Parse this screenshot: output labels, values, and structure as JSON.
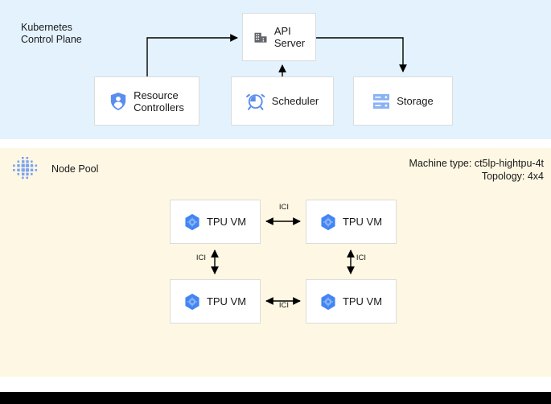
{
  "colors": {
    "control_plane_bg": "#e3f2fd",
    "node_pool_bg": "#fdf7e3",
    "box_bg": "#ffffff",
    "box_border": "#dcdcdc",
    "accent_blue": "#5b8def",
    "icon_gray": "#5f6368",
    "text": "#1a1a1a",
    "bottom_bar": "#000000"
  },
  "control_plane": {
    "title": "Kubernetes\nControl Plane",
    "boxes": [
      {
        "id": "api-server",
        "label": "API\nServer",
        "icon": "building-icon"
      },
      {
        "id": "resource-controllers",
        "label": "Resource\nControllers",
        "icon": "shield-person-icon"
      },
      {
        "id": "scheduler",
        "label": "Scheduler",
        "icon": "alarm-clock-icon"
      },
      {
        "id": "storage",
        "label": "Storage",
        "icon": "server-storage-icon"
      }
    ],
    "connections": [
      {
        "from": "resource-controllers",
        "to": "api-server",
        "arrow": "single"
      },
      {
        "from": "scheduler",
        "to": "api-server",
        "arrow": "single"
      },
      {
        "from": "api-server",
        "to": "storage",
        "arrow": "single"
      }
    ]
  },
  "node_pool": {
    "title": "Node Pool",
    "icon": "cluster-dots-icon",
    "machine_type_label": "Machine type: ct5lp-hightpu-4t",
    "topology_label": "Topology: 4x4",
    "vms": [
      {
        "id": "tpu-vm-1",
        "label": "TPU VM",
        "icon": "tpu-hex-icon"
      },
      {
        "id": "tpu-vm-2",
        "label": "TPU VM",
        "icon": "tpu-hex-icon"
      },
      {
        "id": "tpu-vm-3",
        "label": "TPU VM",
        "icon": "tpu-hex-icon"
      },
      {
        "id": "tpu-vm-4",
        "label": "TPU VM",
        "icon": "tpu-hex-icon"
      }
    ],
    "links": [
      {
        "id": "ici-top",
        "label": "ICI",
        "between": [
          "tpu-vm-1",
          "tpu-vm-2"
        ],
        "arrow": "double"
      },
      {
        "id": "ici-left",
        "label": "ICI",
        "between": [
          "tpu-vm-1",
          "tpu-vm-3"
        ],
        "arrow": "double"
      },
      {
        "id": "ici-right",
        "label": "ICI",
        "between": [
          "tpu-vm-2",
          "tpu-vm-4"
        ],
        "arrow": "double"
      },
      {
        "id": "ici-bottom",
        "label": "ICI",
        "between": [
          "tpu-vm-3",
          "tpu-vm-4"
        ],
        "arrow": "double"
      }
    ]
  }
}
